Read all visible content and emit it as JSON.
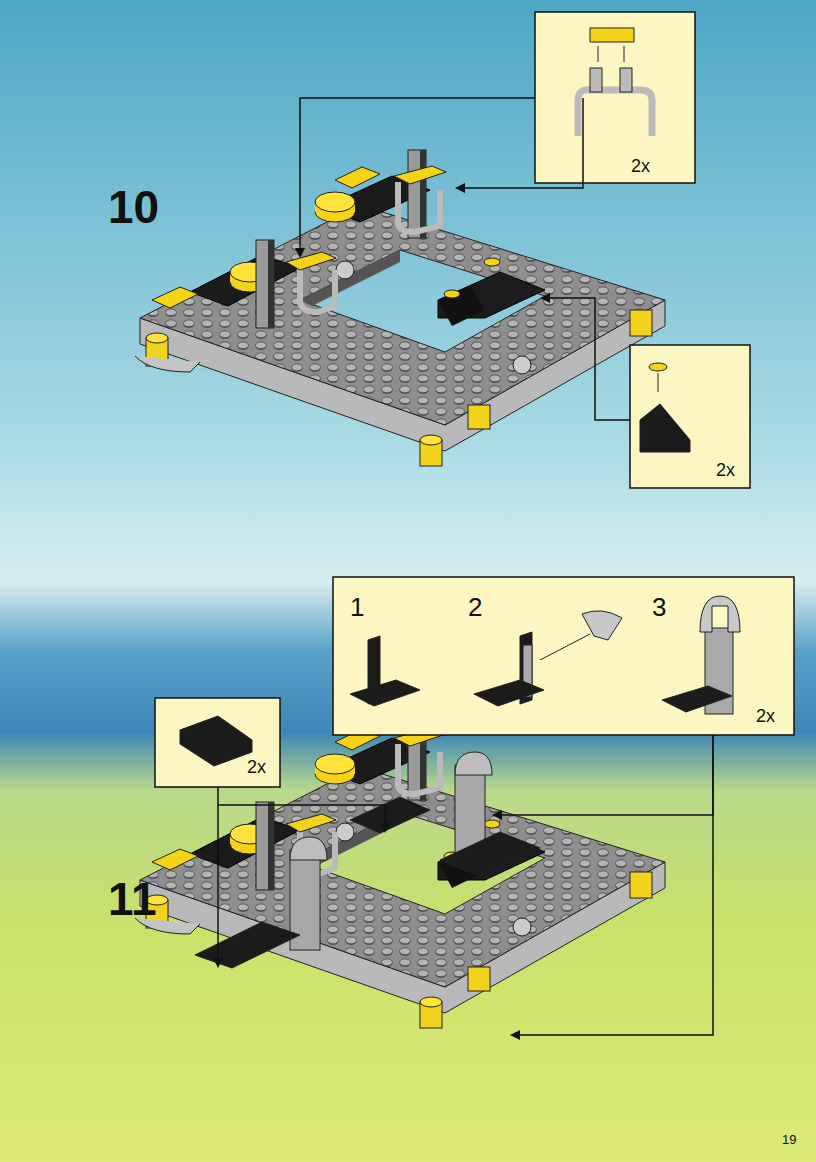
{
  "diagram": {
    "labels": [
      "10",
      "2x",
      "2x",
      "1",
      "2",
      "3",
      "2x",
      "2x",
      "11",
      "19"
    ]
  }
}
